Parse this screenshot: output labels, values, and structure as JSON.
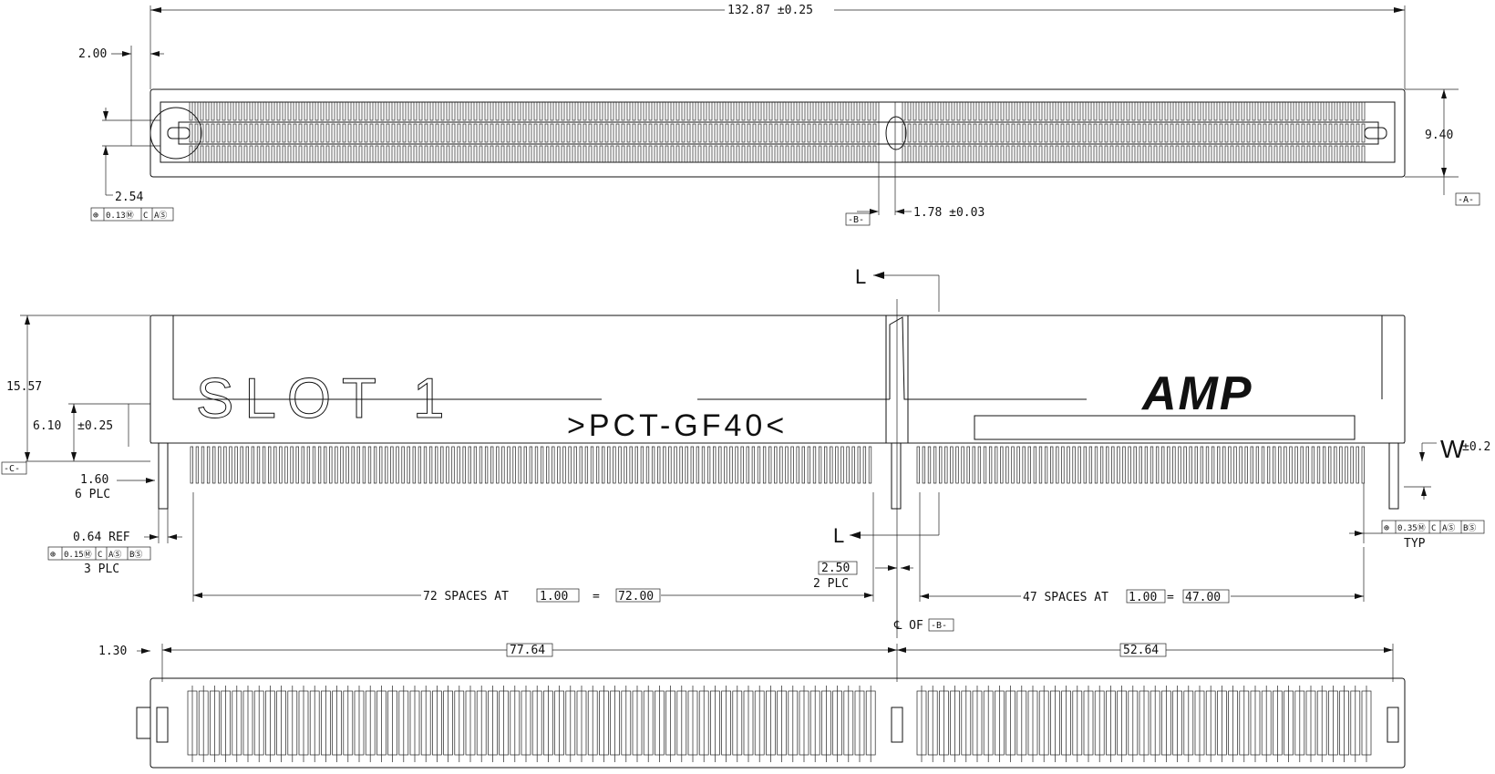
{
  "top_view": {
    "overall_length": "132.87 ±0.25",
    "edge_offset": "2.00",
    "pitch": "2.54",
    "width": "9.40",
    "key_width": "1.78 ±0.03",
    "datum_a": "-A-",
    "datum_b": "-B-",
    "fcf_top": [
      "⊕",
      "0.13Ⓜ",
      "C",
      "AⓈ"
    ]
  },
  "side_view": {
    "height": "15.57",
    "body_height": "6.10",
    "body_tol": "±0.25",
    "datum_c": "-C-",
    "slot_label": "SLOT 1",
    "material": ">PCT-GF40<",
    "brand": "AMP",
    "standoff": "1.60",
    "standoff_qty": "6 PLC",
    "ref": "0.64 REF",
    "fcf_left": [
      "⊕",
      "0.15Ⓜ",
      "C",
      "AⓈ",
      "BⓈ"
    ],
    "fcf_left_qty": "3 PLC",
    "fcf_right": [
      "⊕",
      "0.35Ⓜ",
      "C",
      "AⓈ",
      "BⓈ"
    ],
    "fcf_right_qty": "TYP",
    "w_label": "W",
    "w_tol": "±0.2",
    "key_gap": "2.50",
    "key_gap_qty": "2 PLC",
    "spaces_left_text": "72 SPACES AT",
    "spaces_left_pitch": "1.00",
    "spaces_left_eq": "=",
    "spaces_left_total": "72.00",
    "spaces_right_text": "47 SPACES AT",
    "spaces_right_pitch": "1.00",
    "spaces_right_eq": "=",
    "spaces_right_total": "47.00",
    "centerline_text": "℄ OF",
    "section_label_top": "L",
    "section_label_bottom": "L"
  },
  "bottom_view": {
    "edge": "1.30",
    "left_span": "77.64",
    "right_span": "52.64"
  }
}
